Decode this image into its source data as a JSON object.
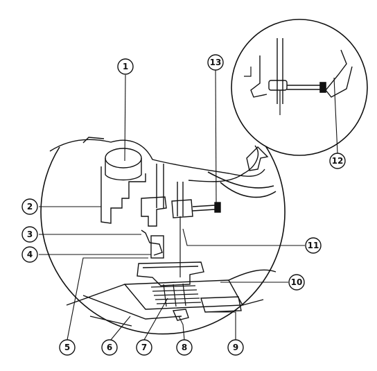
{
  "diagram": {
    "callouts": [
      {
        "id": "1",
        "label": "1"
      },
      {
        "id": "2",
        "label": "2"
      },
      {
        "id": "3",
        "label": "3"
      },
      {
        "id": "4",
        "label": "4"
      },
      {
        "id": "5",
        "label": "5"
      },
      {
        "id": "6",
        "label": "6"
      },
      {
        "id": "7",
        "label": "7"
      },
      {
        "id": "8",
        "label": "8"
      },
      {
        "id": "9",
        "label": "9"
      },
      {
        "id": "10",
        "label": "10"
      },
      {
        "id": "11",
        "label": "11"
      },
      {
        "id": "12",
        "label": "12"
      },
      {
        "id": "13",
        "label": "13"
      }
    ],
    "colors": {
      "ink": "#111111",
      "background": "#ffffff"
    }
  }
}
